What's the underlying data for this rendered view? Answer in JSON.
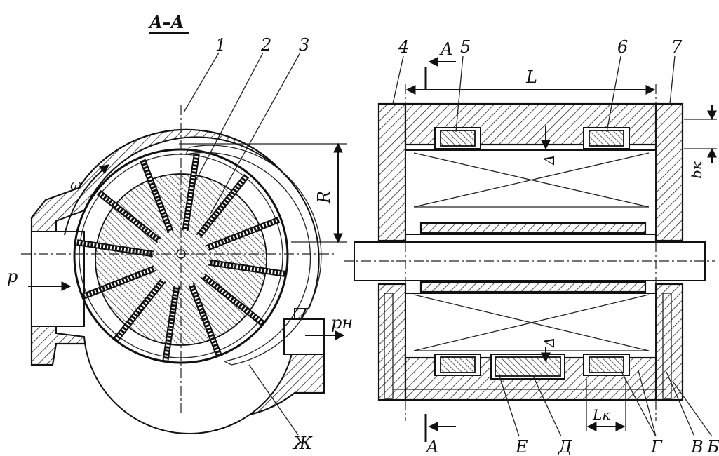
{
  "section": {
    "title": "A–A"
  },
  "labels": {
    "n1": "1",
    "n2": "2",
    "n3": "3",
    "n4": "4",
    "n5": "5",
    "n6": "6",
    "n7": "7",
    "omega": "ω",
    "R": "R",
    "p_in": "p",
    "p_out": "pн",
    "zh": "Ж",
    "L": "L",
    "delta_top": "Δ",
    "delta_bottom": "Δ",
    "bk": "bк",
    "Lk": "Lк",
    "A_top": "A",
    "A_bottom": "A",
    "E": "E",
    "D": "Д",
    "G": "Г",
    "V": "В",
    "B": "Б"
  }
}
